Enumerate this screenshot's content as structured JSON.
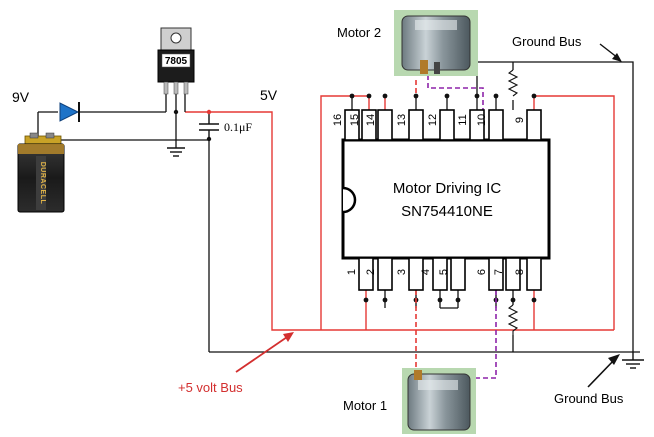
{
  "diagram": {
    "labels": {
      "battery_voltage": "9V",
      "regulator": "7805",
      "supply_5v": "5V",
      "capacitor": "0.1μF",
      "motor_top": "Motor 2",
      "motor_bottom": "Motor 1",
      "ground_bus_top": "Ground Bus",
      "ground_bus_bottom": "Ground Bus",
      "plus5_bus": "+5 volt Bus",
      "ic_name": "Motor Driving IC",
      "ic_part": "SN754410NE",
      "battery_brand": "DURACELL"
    },
    "pins_top": [
      "16",
      "15",
      "14",
      "13",
      "12",
      "11",
      "10",
      "9"
    ],
    "pins_bottom": [
      "1",
      "2",
      "3",
      "4",
      "5",
      "6",
      "7",
      "8"
    ],
    "colors": {
      "wire_red": "#e53935",
      "wire_black": "#111111",
      "wire_purple": "#8e24aa",
      "diode": "#1e73c8",
      "label_red": "#d32f2f"
    }
  }
}
